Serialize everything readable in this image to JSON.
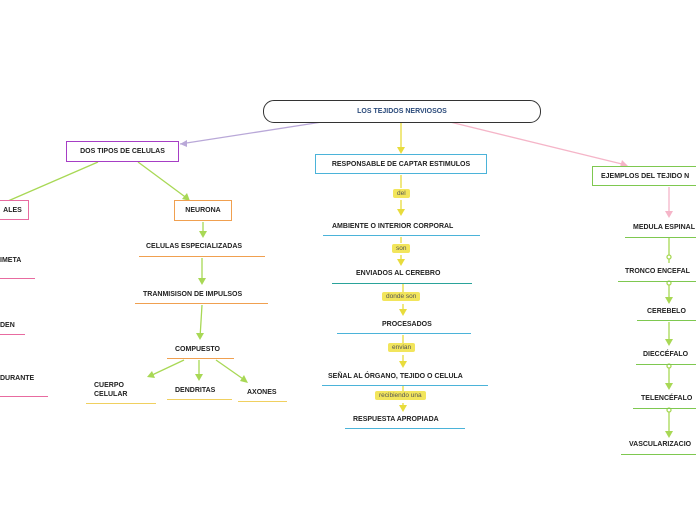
{
  "root": "LOS TEJIDOS NERVIOSOS",
  "left": {
    "title": "DOS TIPOS DE CELULAS",
    "gliales": "ALES",
    "gliales_items": [
      "IMETA",
      "DEN",
      "DURANTE"
    ],
    "neurona": "NEURONA",
    "neurona_chain": [
      "CELULAS ESPECIALIZADAS",
      "TRANMISISON DE IMPULSOS",
      "COMPUESTO"
    ],
    "parts": [
      "CUERPO\nCELULAR",
      "DENDRITAS",
      "AXONES"
    ]
  },
  "center": {
    "title": "RESPONSABLE DE CAPTAR ESTIMULOS",
    "steps": [
      "AMBIENTE O INTERIOR CORPORAL",
      "ENVIADOS AL CEREBRO",
      "PROCESADOS",
      "SEÑAL AL ÓRGANO, TEJIDO O CELULA",
      "RESPUESTA APROPIADA"
    ],
    "connectors": [
      "del",
      "son",
      "donde son",
      "envian",
      "recibiendo una"
    ]
  },
  "right": {
    "title": "EJEMPLOS DEL TEJIDO N",
    "items": [
      "MEDULA ESPINAL",
      "TRONCO ENCEFAL",
      "CEREBELO",
      "DIECCÉFALO",
      "TELENCÉFALO",
      "VASCULARIZACIO"
    ]
  },
  "colors": {
    "left_title": "#a63ec5",
    "gliales": "#e86ba0",
    "neurona": "#f0a050",
    "center_title": "#4bb3d9",
    "right_title": "#7ec850",
    "connector_fill": "#f2e55c",
    "edge_purple": "#b9a8d8",
    "edge_pink": "#f5b5c8",
    "edge_green": "#a8d855",
    "edge_yellow": "#e8dc3c"
  }
}
